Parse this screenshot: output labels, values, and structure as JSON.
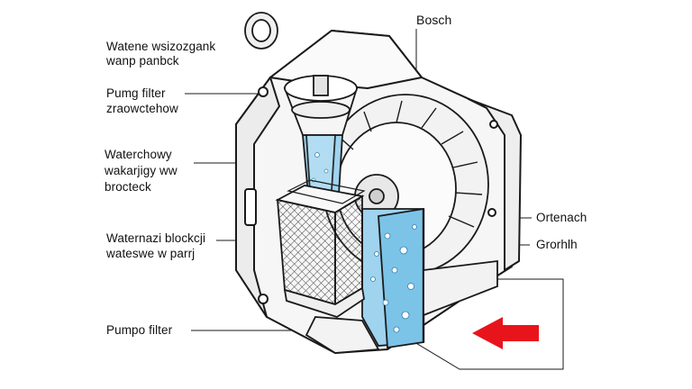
{
  "labels": {
    "brand": "Bosch",
    "top_left": [
      "Watene wsizozgank",
      "wanp panbck"
    ],
    "pump_filter": [
      "Pumg filter",
      "zraowctehow"
    ],
    "waterchowy": [
      "Waterchowy",
      "wakarjigy ww",
      "brocteck"
    ],
    "water_block": [
      "Waternazi blockcji",
      "wateswe w parrj"
    ],
    "pumpo_filter": "Pumpo filter",
    "right_top": "Ortenach",
    "right_mid": "Grorhlh"
  },
  "colors": {
    "outline": "#1a1a1a",
    "water": "#9fd3ee",
    "water_dark": "#5fb3e0",
    "arrow": "#e8141c",
    "housing": "#f4f4f4"
  }
}
